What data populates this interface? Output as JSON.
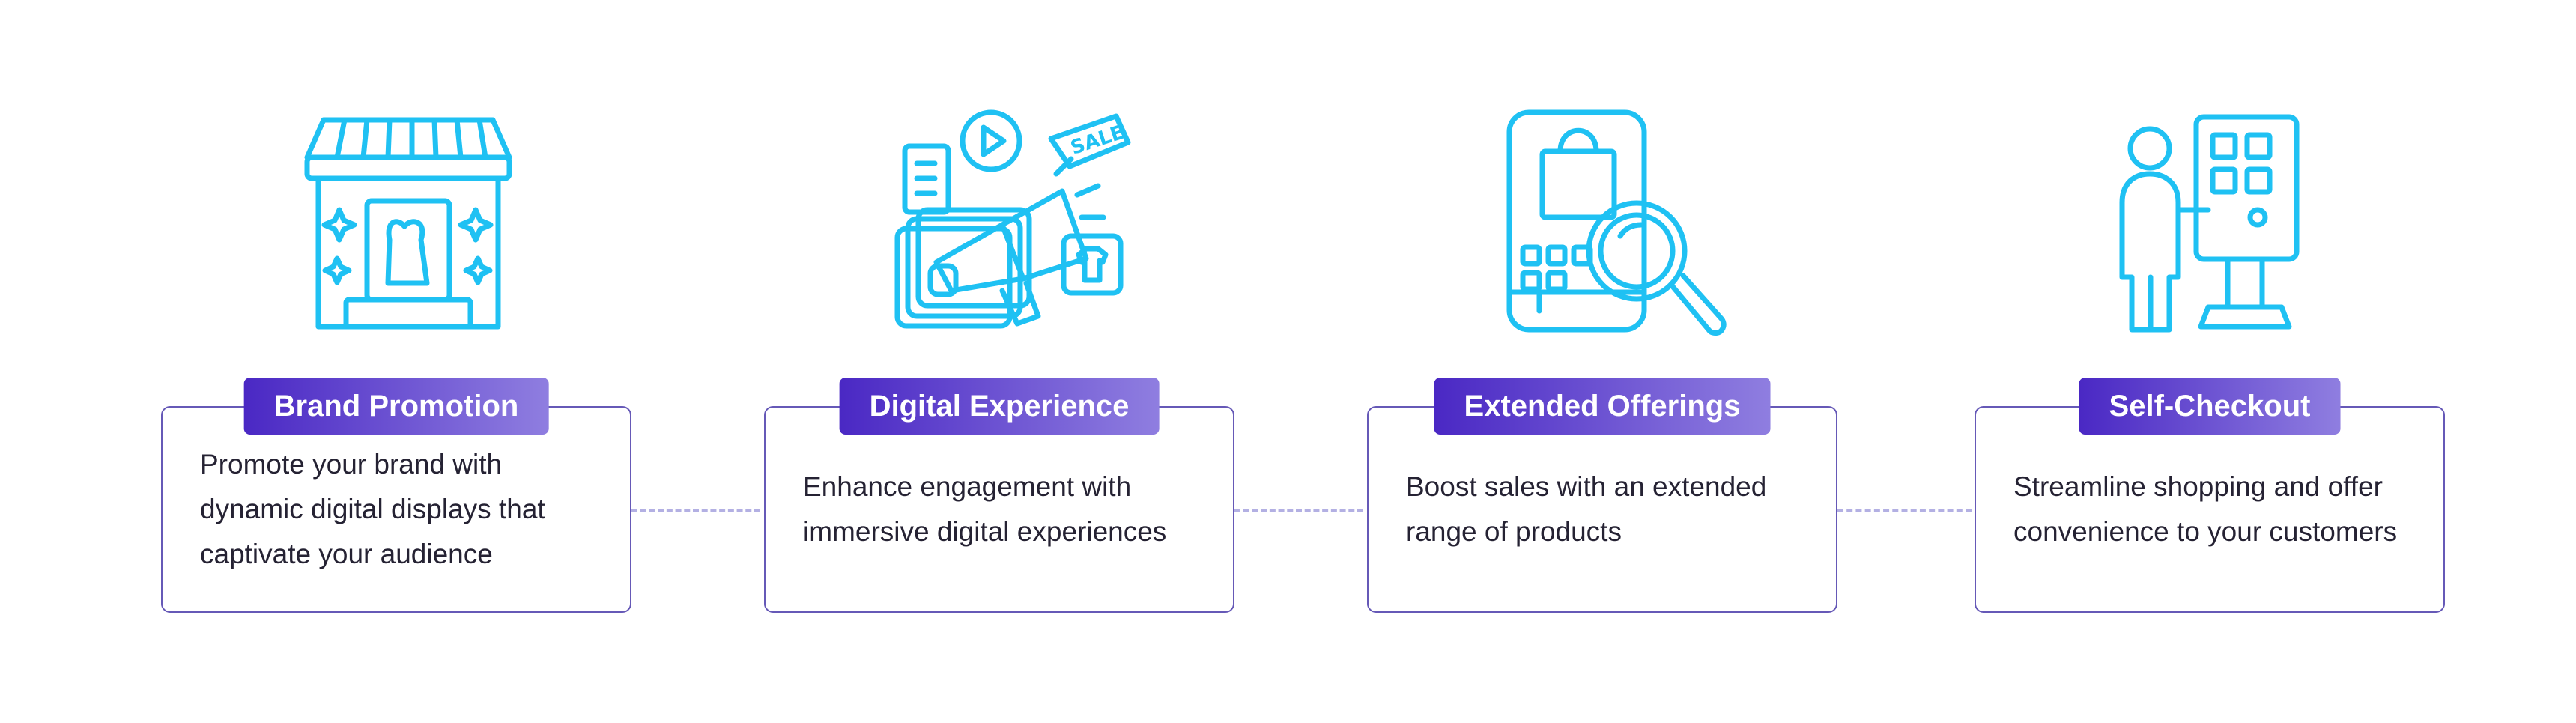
{
  "colors": {
    "icon": "#1fc1f3",
    "card_border": "#6659b7",
    "badge_gradient_start": "#4a28c4",
    "badge_gradient_end": "#8f7ee0",
    "connector": "#b3b0e3"
  },
  "features": [
    {
      "icon": "storefront-icon",
      "title": "Brand Promotion",
      "description": "Promote your brand with dynamic digital displays that captivate your audience"
    },
    {
      "icon": "megaphone-icon",
      "title": "Digital Experience",
      "description": "Enhance engagement with immersive digital experiences"
    },
    {
      "icon": "phone-shopping-search-icon",
      "title": "Extended Offerings",
      "description": "Boost sales with an extended range of products"
    },
    {
      "icon": "self-checkout-kiosk-icon",
      "title": "Self-Checkout",
      "description": "Streamline shopping and offer convenience to your customers"
    }
  ]
}
